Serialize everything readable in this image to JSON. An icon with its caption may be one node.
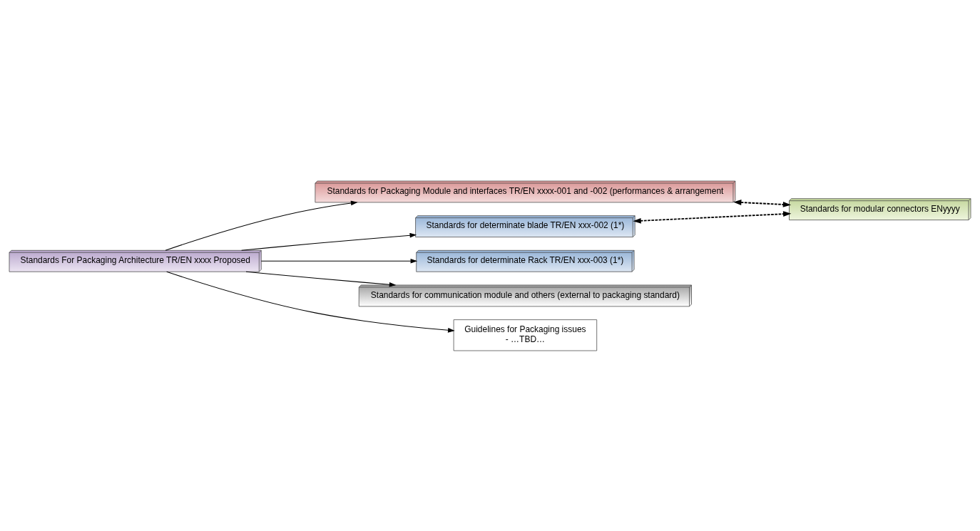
{
  "diagram": {
    "nodes": [
      {
        "text": [
          "Standards For Packaging Architecture TR/EN xxxx Proposed"
        ]
      },
      {
        "text": [
          "Standards for Packaging Module and interfaces TR/EN xxxx-001 and -002 (performances & arrangement"
        ]
      },
      {
        "text": [
          "Standards for determinate blade TR/EN xxx-002 (1*)"
        ]
      },
      {
        "text": [
          "Standards for determinate Rack TR/EN xxx-003 (1*)"
        ]
      },
      {
        "text": [
          "Standards for communication module and others (external to packaging standard)"
        ]
      },
      {
        "text": [
          "Standards for modular connectors ENyyyy"
        ]
      },
      {
        "text": [
          "Guidelines for Packaging issues",
          "- …TBD…"
        ]
      }
    ],
    "edges": [
      {
        "from": 0,
        "to": 1,
        "arrow": "to"
      },
      {
        "from": 0,
        "to": 2,
        "arrow": "to"
      },
      {
        "from": 0,
        "to": 3,
        "arrow": "to"
      },
      {
        "from": 0,
        "to": 4,
        "arrow": "to"
      },
      {
        "from": 0,
        "to": 6,
        "arrow": "to"
      },
      {
        "from": 1,
        "to": 5,
        "arrow": "both",
        "style": "dashed"
      },
      {
        "from": 2,
        "to": 5,
        "arrow": "both",
        "style": "dashed"
      }
    ]
  }
}
